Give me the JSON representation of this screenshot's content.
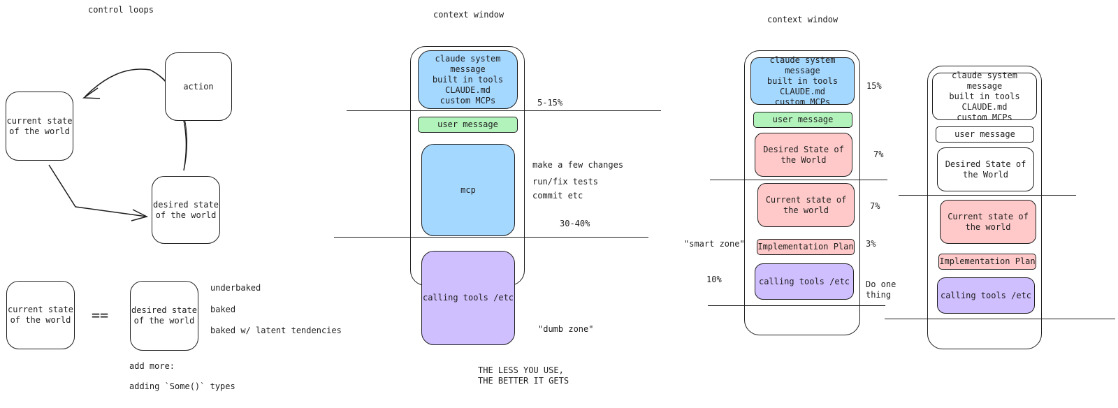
{
  "colors": {
    "blue": "#a5d8ff",
    "green": "#b2f2bb",
    "pink": "#ffc9c9",
    "purple": "#d0bfff",
    "stroke": "#1e1e1e"
  },
  "control_loops": {
    "title": "control loops",
    "action": "action",
    "current_state": "current state\nof the world",
    "desired_state": "desired state\nof the world"
  },
  "equation": {
    "current_state": "current state\nof the world",
    "equals": "==",
    "desired_state": "desired state\nof the world",
    "options": [
      "underbaked",
      "baked",
      "baked w/ latent tendencies"
    ],
    "add_more": "add more:",
    "adding_some": "adding `Some()` types"
  },
  "context_window_1": {
    "title": "context window",
    "system": "claude system\nmessage\nbuilt in tools\nCLAUDE.md\ncustom MCPs",
    "system_pct": "5-15%",
    "user_message": "user message",
    "mcp": "mcp",
    "notes": [
      "make a few changes",
      "run/fix tests",
      "commit etc"
    ],
    "mcp_pct": "30-40%",
    "calling_tools": "calling tools /etc",
    "dumb_zone": "\"dumb zone\"",
    "footer": "THE LESS YOU USE,\nTHE BETTER IT GETS"
  },
  "context_window_2": {
    "title": "context window",
    "system": "claude system message\nbuilt in tools\nCLAUDE.md\ncustom MCPs",
    "system_pct": "15%",
    "user_message": "user message",
    "desired": "Desired State of\nthe World",
    "desired_pct": "7%",
    "current": "Current state of\nthe world",
    "current_pct": "7%",
    "smart_zone": "\"smart zone\"",
    "plan": "Implementation Plan",
    "plan_pct": "3%",
    "calling_tools": "calling tools /etc",
    "tools_pct": "10%",
    "do_one": "Do one\nthing"
  },
  "context_window_3": {
    "system": "claude system message\nbuilt in tools\nCLAUDE.md\ncustom MCPs",
    "user_message": "user message",
    "desired": "Desired State of\nthe World",
    "current": "Current state of\nthe world",
    "plan": "Implementation Plan",
    "calling_tools": "calling tools /etc"
  }
}
